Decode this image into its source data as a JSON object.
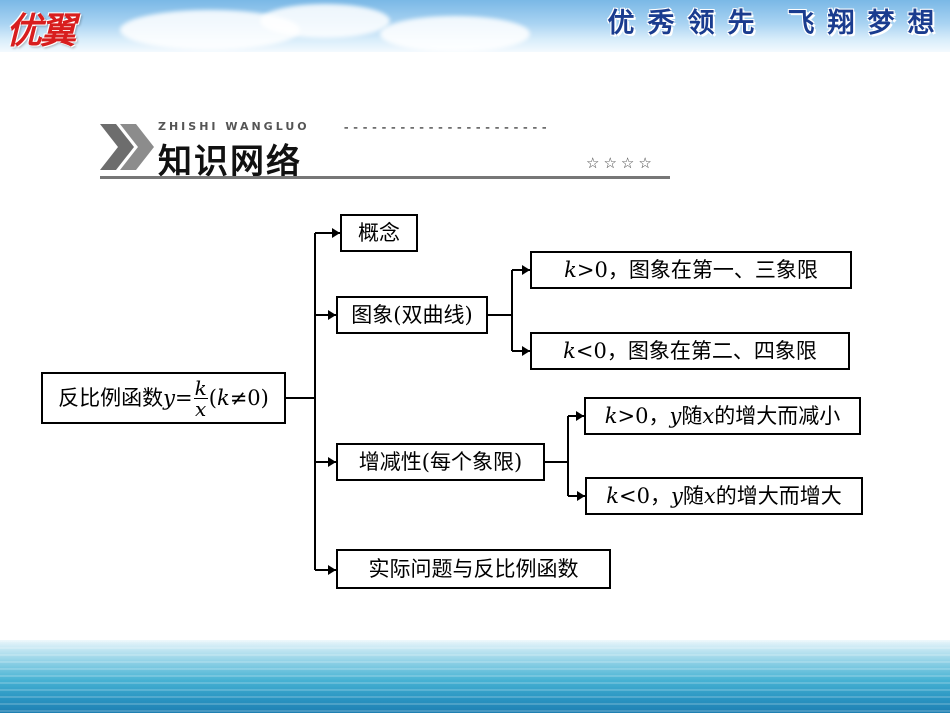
{
  "banner": {
    "logo": "优翼",
    "slogan": [
      "优",
      "秀",
      "领",
      "先",
      "飞",
      "翔",
      "梦",
      "想"
    ]
  },
  "header": {
    "pinyin": "ZHISHI WANGLUO",
    "title": "知识网络",
    "dashes": "----------------------",
    "stars": "☆☆☆☆"
  },
  "diagram": {
    "root": {
      "prefix": "反比例函数",
      "var_y": "y",
      "eq": "=",
      "frac_num": "k",
      "frac_den": "x",
      "cond_open": "(",
      "cond_var": "k",
      "cond_rest": "≠0)"
    },
    "concept": "概念",
    "graph": "图象(双曲线)",
    "graph_pos": {
      "var": "k",
      "text": ">0，图象在第一、三象限"
    },
    "graph_neg": {
      "var": "k",
      "text": "<0，图象在第二、四象限"
    },
    "mono": "增减性(每个象限)",
    "mono_pos": {
      "var_k": "k",
      "cond": ">0，",
      "var_y": "y",
      "mid": "随",
      "var_x": "x",
      "tail": "的增大而减小"
    },
    "mono_neg": {
      "var_k": "k",
      "cond": "<0，",
      "var_y": "y",
      "mid": "随",
      "var_x": "x",
      "tail": "的增大而增大"
    },
    "application": "实际问题与反比例函数"
  }
}
